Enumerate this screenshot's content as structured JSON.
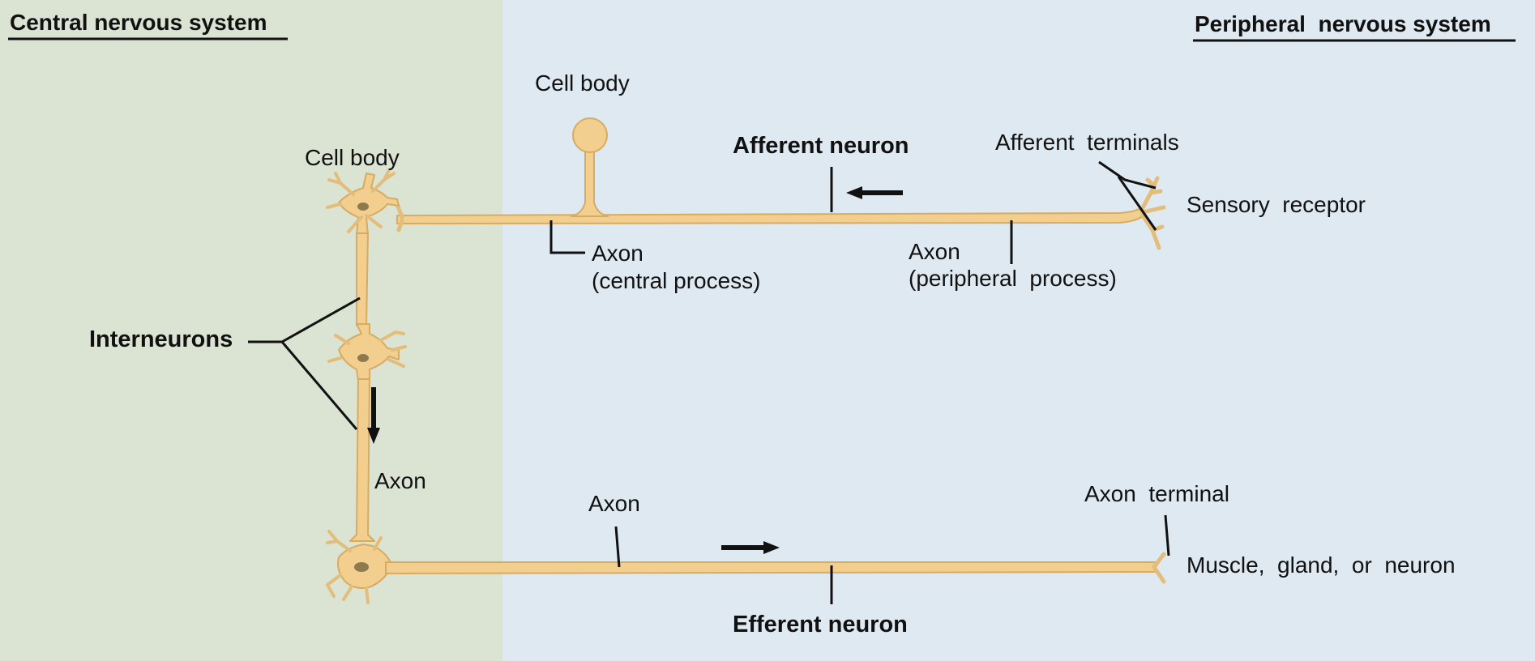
{
  "headers": {
    "central": "Central nervous system",
    "peripheral": "Peripheral  nervous system"
  },
  "labels": {
    "cell_body_top": "Cell body",
    "cell_body_left": "Cell body",
    "afferent_neuron": "Afferent neuron",
    "afferent_terminals": "Afferent  terminals",
    "sensory_receptor": "Sensory  receptor",
    "axon_central_1": "Axon",
    "axon_central_2": "(central process)",
    "axon_peripheral_1": "Axon",
    "axon_peripheral_2": "(peripheral  process)",
    "interneurons": "Interneurons",
    "axon_vertical": "Axon",
    "axon_efferent": "Axon",
    "axon_terminal": "Axon  terminal",
    "muscle": "Muscle,  gland,  or  neuron",
    "efferent_neuron": "Efferent neuron"
  },
  "colors": {
    "cns_background": "#dbe3d3",
    "pns_background": "#dfe9f1",
    "neuron_fill": "#f2cf8f",
    "neuron_stroke": "#d6ab62",
    "nucleus": "#8f7a4e",
    "ink": "#111111"
  }
}
